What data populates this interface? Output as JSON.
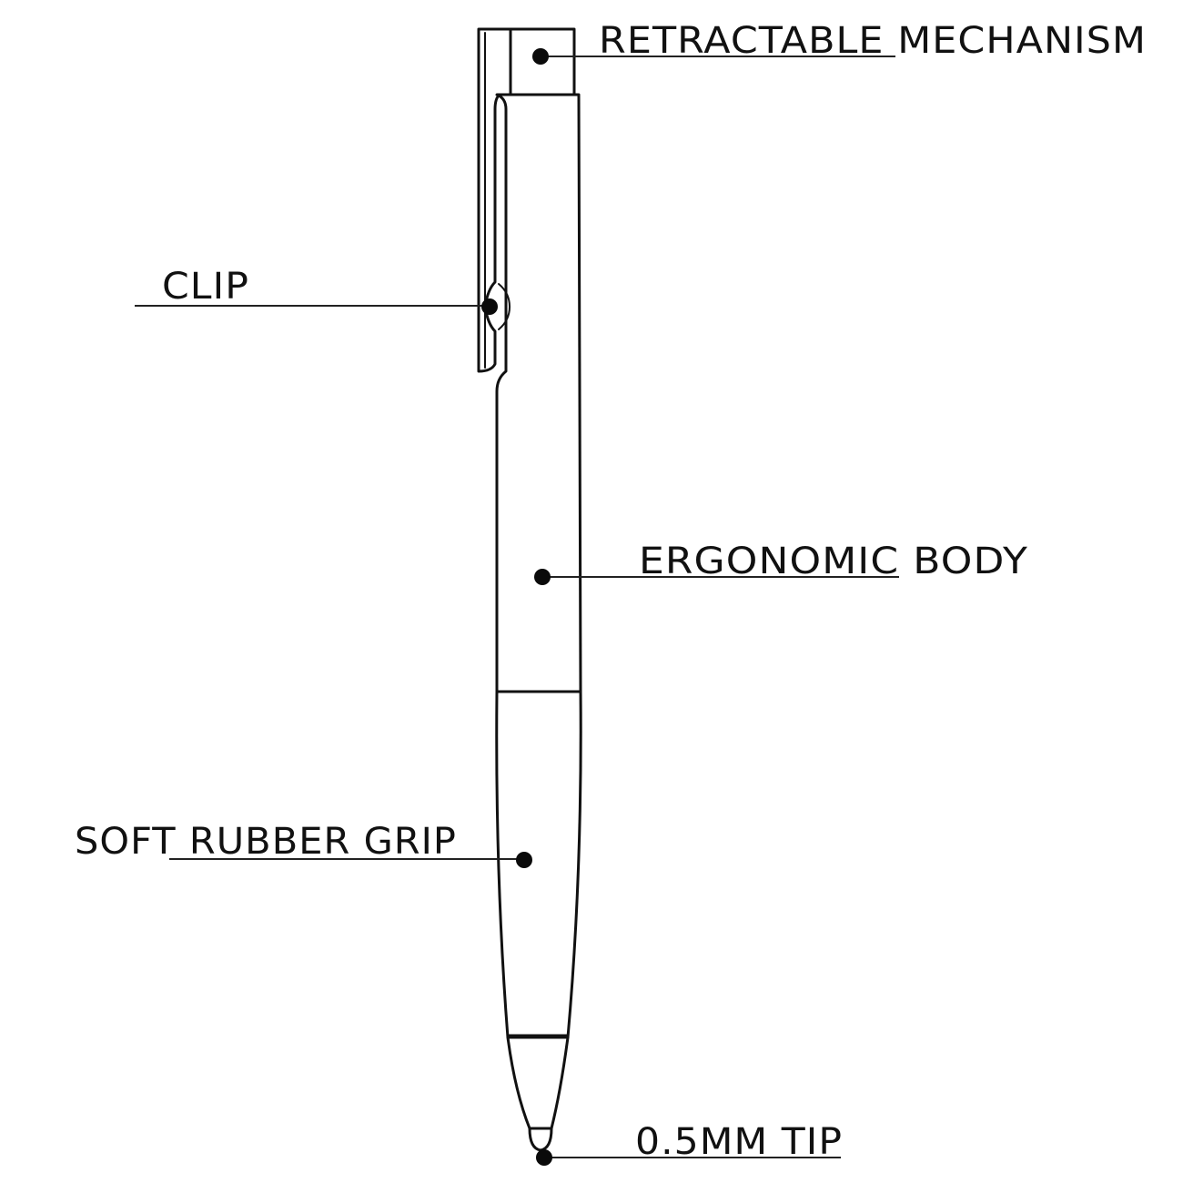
{
  "diagram": {
    "colors": {
      "line": "#111111",
      "background": "#ffffff"
    },
    "callouts": [
      {
        "id": "retractable-mechanism",
        "label": "RETRACTABLE MECHANISM"
      },
      {
        "id": "clip",
        "label": "CLIP"
      },
      {
        "id": "ergonomic-body",
        "label": "ERGONOMIC BODY"
      },
      {
        "id": "soft-rubber-grip",
        "label": "SOFT RUBBER GRIP"
      },
      {
        "id": "tip",
        "label": "0.5MM TIP"
      }
    ]
  }
}
